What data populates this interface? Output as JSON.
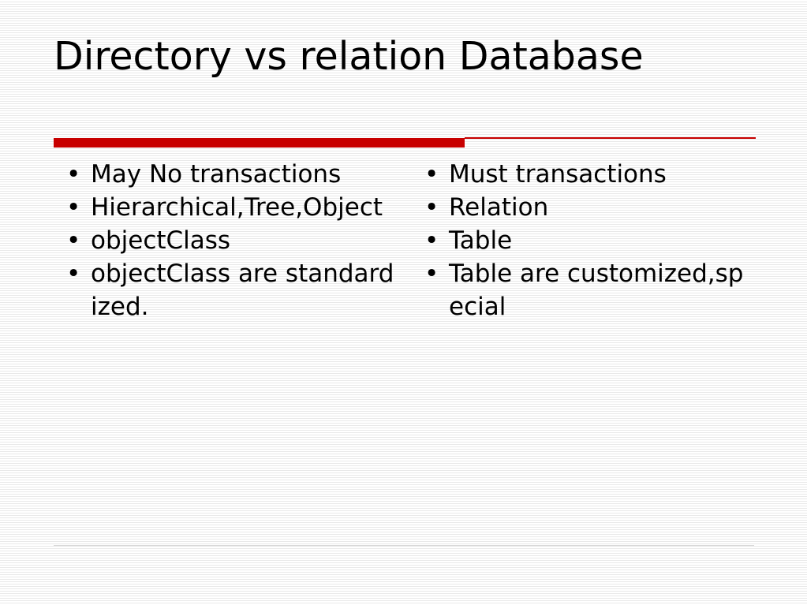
{
  "slide": {
    "title": "Directory vs relation Database",
    "accent_color": "#c80000"
  },
  "left_column": {
    "items": [
      {
        "label": "May No transactions"
      },
      {
        "label": "Hierarchical,Tree,Object"
      },
      {
        "label": "objectClass"
      },
      {
        "label": "objectClass are standardized."
      }
    ]
  },
  "right_column": {
    "items": [
      {
        "label": "Must transactions"
      },
      {
        "label": "Relation"
      },
      {
        "label": "Table"
      },
      {
        "label": "Table are customized,special"
      }
    ]
  }
}
